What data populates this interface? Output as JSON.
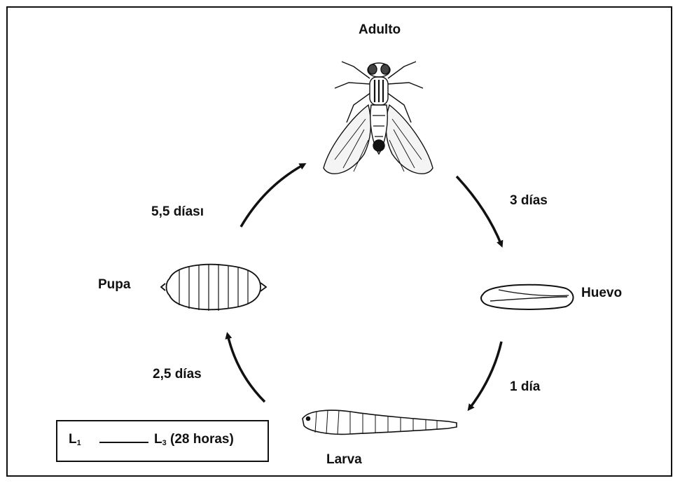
{
  "stages": {
    "adult": "Adulto",
    "egg": "Huevo",
    "larva": "Larva",
    "pupa": "Pupa"
  },
  "durations": {
    "adult_to_egg": "3 días",
    "egg_to_larva": "1 día",
    "larva_to_pupa": "2,5 días",
    "pupa_to_adult": "5,5 díası"
  },
  "larval_stage_box": {
    "first_letter": "L",
    "first_sub": "1",
    "last_letter": "L",
    "last_sub": "3",
    "duration": "(28 horas)"
  }
}
